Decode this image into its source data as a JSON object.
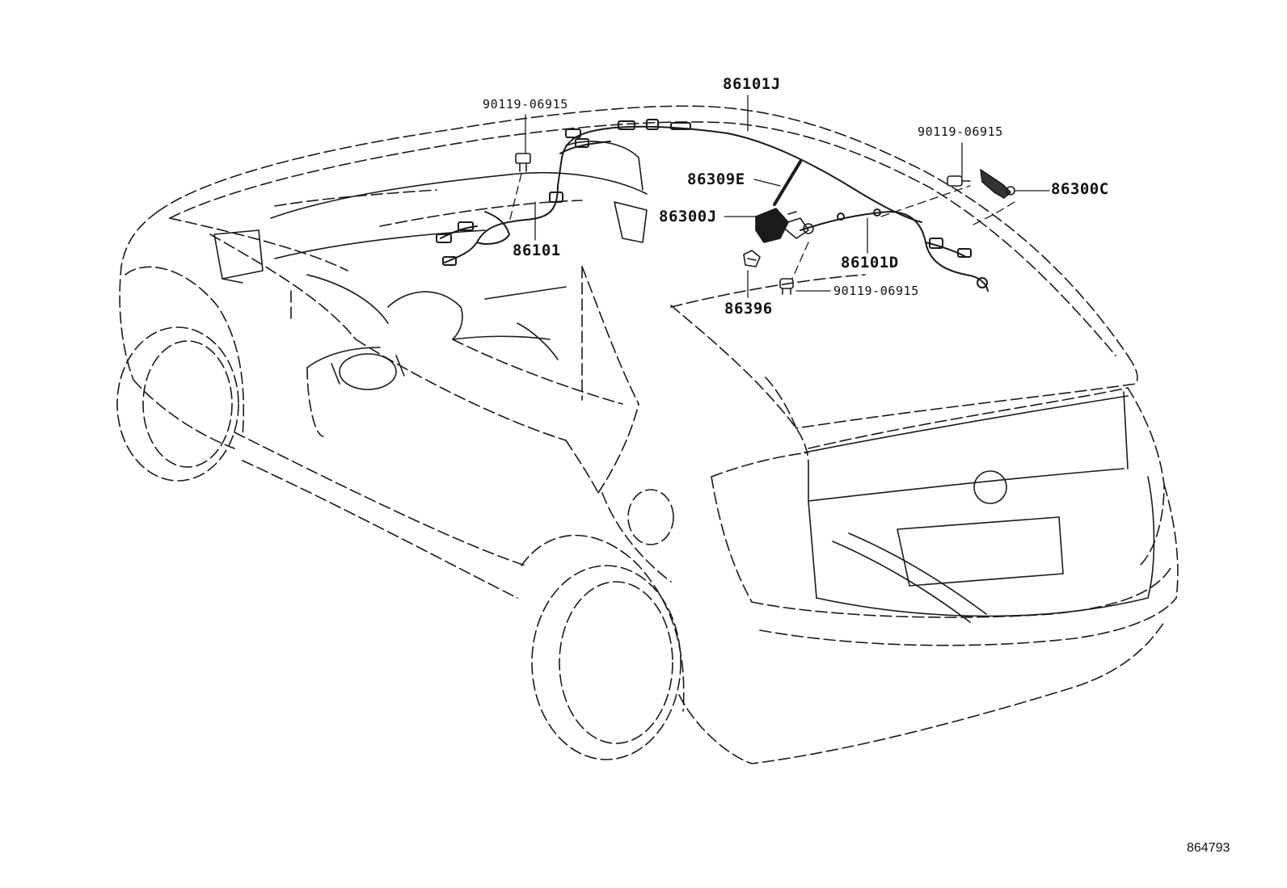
{
  "illustration_number": "864793",
  "labels": {
    "bolt_front": "90119-06915",
    "harness_roof": "86101J",
    "bolt_rear": "90119-06915",
    "antenna_element": "86309E",
    "antenna_base_right": "86300C",
    "antenna_assy": "86300J",
    "harness_main": "86101",
    "harness_rear": "86101D",
    "clip": "86396",
    "bolt_center": "90119-06915"
  },
  "colors": {
    "line": "#1a1a1a",
    "background": "#ffffff"
  }
}
